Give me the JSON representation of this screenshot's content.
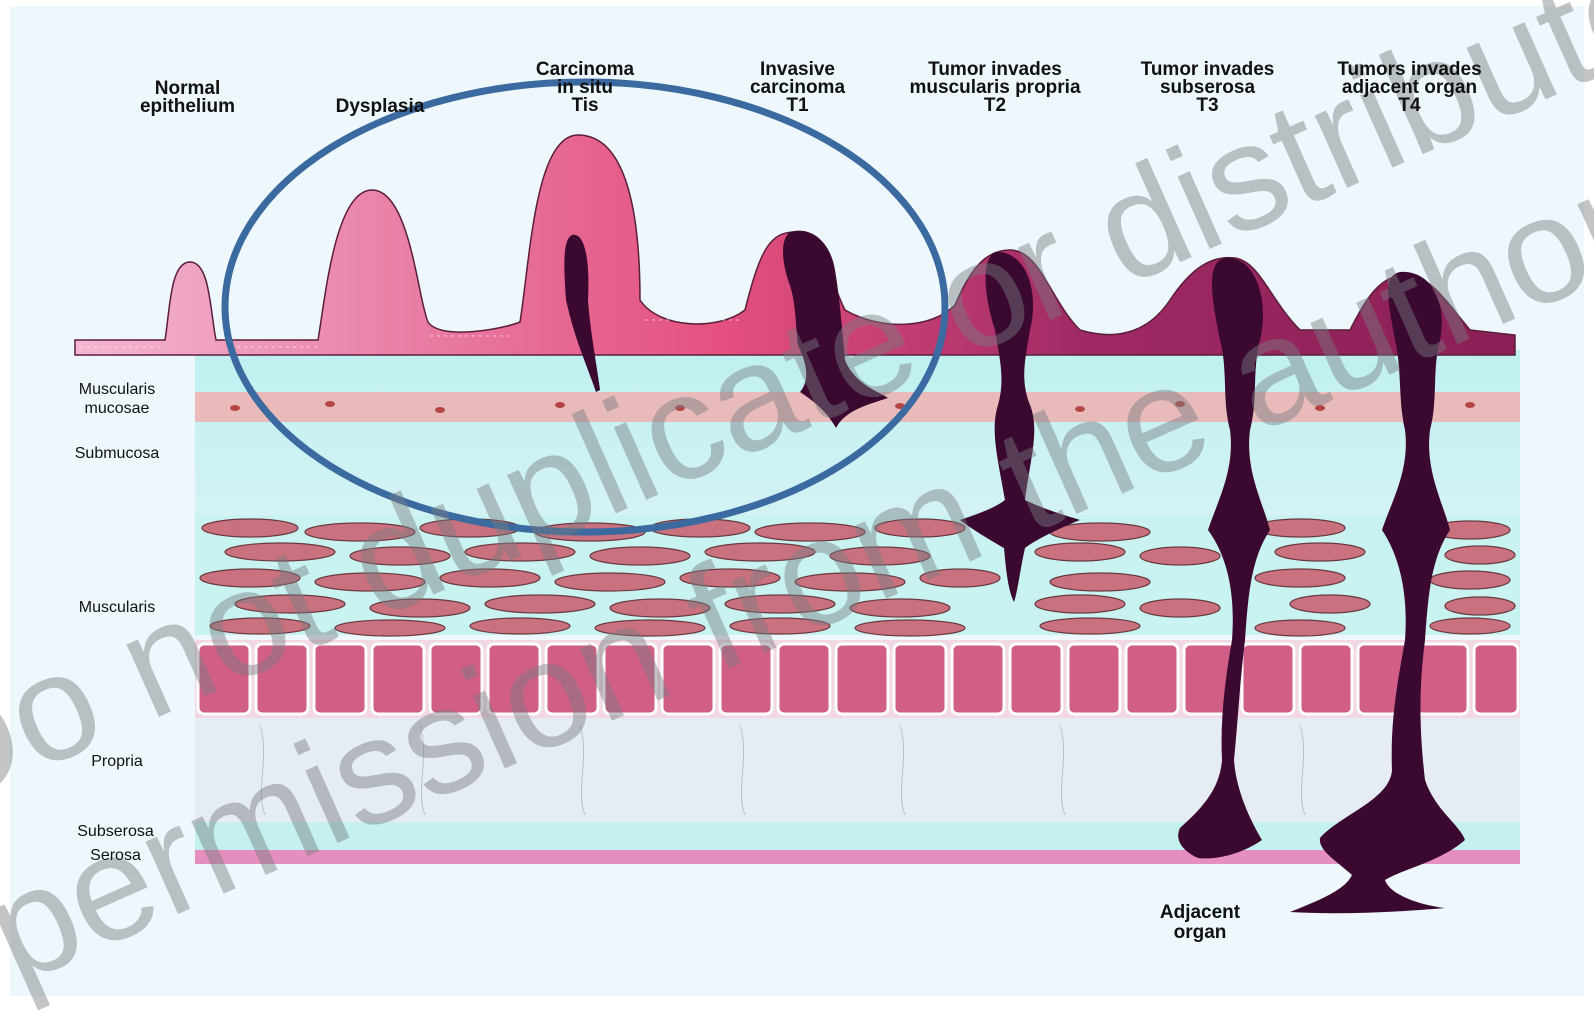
{
  "stages": [
    {
      "lines": [
        "Normal",
        "epithelium"
      ]
    },
    {
      "lines": [
        "Dysplasia"
      ]
    },
    {
      "lines": [
        "Carcinoma",
        "in situ",
        "Tis"
      ]
    },
    {
      "lines": [
        "Invasive",
        "carcinoma",
        "T1"
      ]
    },
    {
      "lines": [
        "Tumor invades",
        "muscularis propria",
        "T2"
      ]
    },
    {
      "lines": [
        "Tumor invades",
        "subserosa",
        "T3"
      ]
    },
    {
      "lines": [
        "Tumors invades",
        "adjacent organ",
        "T4"
      ]
    }
  ],
  "layers": [
    {
      "lines": [
        "Muscularis",
        "mucosae"
      ]
    },
    {
      "lines": [
        "Submucosa"
      ]
    },
    {
      "lines": [
        "Muscularis"
      ]
    },
    {
      "lines": [
        "Propria"
      ]
    },
    {
      "lines": [
        "Subserosa"
      ]
    },
    {
      "lines": [
        "Serosa"
      ]
    }
  ],
  "adjacent": {
    "lines": [
      "Adjacent",
      "organ"
    ]
  },
  "watermark": {
    "line1": "Do not duplicate or distribute without",
    "line2": "permission from the author and ESO"
  },
  "colors": {
    "background": "#eef8fc",
    "mucosa": "#e9739a",
    "tumor": "#4a0c3e",
    "muscle": "#c9717e",
    "muscularis_propria": "#d05e86",
    "submucosa": "#bff0f0",
    "serosa": "#e58fc0",
    "highlight_ellipse": "#3b6aa0"
  }
}
